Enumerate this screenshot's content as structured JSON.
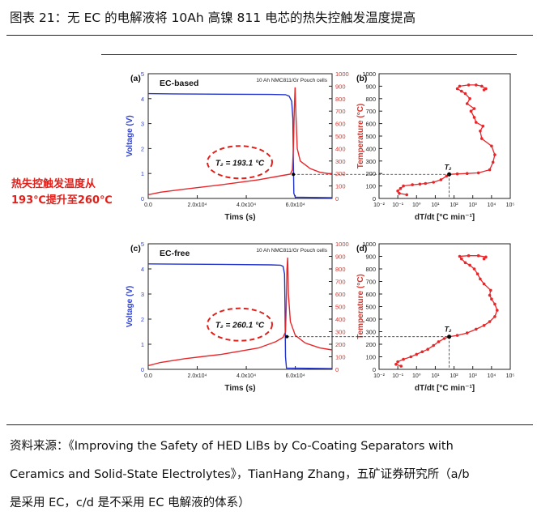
{
  "header": {
    "title": "图表 21：无 EC 的电解液将 10Ah 高镍 811 电芯的热失控触发温度提高"
  },
  "note": {
    "line1": "热失控触发温度从",
    "line2": "193℃提升至260℃"
  },
  "source": {
    "line1": "资料来源：《Improving the Safety of HED LIBs by Co-Coating Separators with",
    "line2": "Ceramics and Solid-State Electrolytes》，TianHang Zhang，五矿证券研究所（a/b",
    "line3": "是采用 EC，c/d 是不采用 EC 电解液的体系）"
  },
  "colors": {
    "voltage": "#2233cc",
    "temperature": "#e8262a",
    "annotation": "#e0201b",
    "axis_red": "#d9352b",
    "axis_blue": "#3344cc"
  },
  "chart_data": [
    {
      "type": "line",
      "panel": "(a)",
      "label": "EC-based",
      "cell_label": "10 Ah NMC811/Gr Pouch cells",
      "xlabel": "Tims (s)",
      "ylabel_left": "Voltage (V)",
      "ylabel_right": "Temperature (°C)",
      "xlim": [
        0,
        75000
      ],
      "ylim_left": [
        0,
        5
      ],
      "ylim_right": [
        0,
        1000
      ],
      "xticks": [
        "0.0",
        "2.0x10⁴",
        "4.0x10⁴",
        "6.0x10⁴"
      ],
      "xtick_values": [
        0,
        20000,
        40000,
        60000
      ],
      "yticks_left": [
        "0",
        "1",
        "2",
        "3",
        "4",
        "5"
      ],
      "yticks_right": [
        "0",
        "100",
        "200",
        "300",
        "400",
        "500",
        "600",
        "700",
        "800",
        "900",
        "1000"
      ],
      "annotation": "T₂ = 193.1 °C",
      "annotation_value": 193.1,
      "series": [
        {
          "axis": "left",
          "color": "#2233cc",
          "points": [
            [
              0,
              4.2
            ],
            [
              10000,
              4.19
            ],
            [
              30000,
              4.18
            ],
            [
              50000,
              4.17
            ],
            [
              56000,
              4.16
            ],
            [
              57500,
              4.1
            ],
            [
              58500,
              3.9
            ],
            [
              59000,
              3.2
            ],
            [
              59200,
              1.5
            ],
            [
              59400,
              0.2
            ],
            [
              60000,
              0.05
            ],
            [
              75000,
              0.03
            ]
          ]
        },
        {
          "axis": "right",
          "color": "#e8262a",
          "points": [
            [
              0,
              30
            ],
            [
              5000,
              50
            ],
            [
              15000,
              75
            ],
            [
              30000,
              110
            ],
            [
              45000,
              150
            ],
            [
              55000,
              185
            ],
            [
              58000,
              195
            ],
            [
              58800,
              230
            ],
            [
              59200,
              400
            ],
            [
              59600,
              720
            ],
            [
              59900,
              890
            ],
            [
              60200,
              700
            ],
            [
              60800,
              400
            ],
            [
              62000,
              300
            ],
            [
              66000,
              240
            ],
            [
              70000,
              210
            ],
            [
              75000,
              195
            ]
          ]
        }
      ]
    },
    {
      "type": "scatter",
      "panel": "(b)",
      "xlabel": "dT/dt [°C min⁻¹]",
      "xscale": "log",
      "xlim": [
        0.01,
        100000
      ],
      "ylim": [
        0,
        1000
      ],
      "xticks": [
        "10⁻²",
        "10⁻¹",
        "10⁰",
        "10¹",
        "10²",
        "10³",
        "10⁴",
        "10⁵"
      ],
      "yticks": [
        "0",
        "100",
        "200",
        "300",
        "400",
        "500",
        "600",
        "700",
        "800",
        "900",
        "1000"
      ],
      "marker_label": "T₂",
      "marker": [
        55,
        193
      ],
      "series": [
        {
          "color": "#e8262a",
          "points": [
            [
              0.3,
              30
            ],
            [
              0.12,
              40
            ],
            [
              0.1,
              60
            ],
            [
              0.14,
              80
            ],
            [
              0.2,
              100
            ],
            [
              0.6,
              110
            ],
            [
              1.5,
              115
            ],
            [
              3,
              120
            ],
            [
              8,
              130
            ],
            [
              20,
              150
            ],
            [
              40,
              180
            ],
            [
              55,
              193
            ],
            [
              150,
              197
            ],
            [
              500,
              200
            ],
            [
              2000,
              205
            ],
            [
              8000,
              230
            ],
            [
              12000,
              290
            ],
            [
              15000,
              350
            ],
            [
              10000,
              420
            ],
            [
              3000,
              480
            ],
            [
              2500,
              540
            ],
            [
              3500,
              580
            ],
            [
              1500,
              610
            ],
            [
              1200,
              650
            ],
            [
              800,
              700
            ],
            [
              1200,
              720
            ],
            [
              500,
              760
            ],
            [
              700,
              800
            ],
            [
              400,
              840
            ],
            [
              250,
              860
            ],
            [
              150,
              880
            ],
            [
              200,
              900
            ],
            [
              600,
              910
            ],
            [
              1500,
              910
            ],
            [
              3000,
              900
            ],
            [
              5000,
              880
            ],
            [
              4000,
              870
            ]
          ]
        }
      ]
    },
    {
      "type": "line",
      "panel": "(c)",
      "label": "EC-free",
      "cell_label": "10 Ah NMC811/Gr Pouch cells",
      "xlabel": "Tims (s)",
      "ylabel_left": "Voltage (V)",
      "ylabel_right": "Temperature (°C)",
      "xlim": [
        0,
        75000
      ],
      "ylim_left": [
        0,
        5
      ],
      "ylim_right": [
        0,
        1000
      ],
      "xticks": [
        "0.0",
        "2.0x10⁴",
        "4.0x10⁴",
        "6.0x10⁴"
      ],
      "xtick_values": [
        0,
        20000,
        40000,
        60000
      ],
      "yticks_left": [
        "0",
        "1",
        "2",
        "3",
        "4",
        "5"
      ],
      "yticks_right": [
        "0",
        "100",
        "200",
        "300",
        "400",
        "500",
        "600",
        "700",
        "800",
        "900",
        "1000"
      ],
      "annotation": "T₂ = 260.1 °C",
      "annotation_value": 260.1,
      "series": [
        {
          "axis": "left",
          "color": "#2233cc",
          "points": [
            [
              0,
              4.2
            ],
            [
              10000,
              4.19
            ],
            [
              30000,
              4.18
            ],
            [
              50000,
              4.16
            ],
            [
              54000,
              4.15
            ],
            [
              55000,
              4.1
            ],
            [
              55600,
              3.8
            ],
            [
              55800,
              2.5
            ],
            [
              56000,
              0.5
            ],
            [
              56400,
              0.05
            ],
            [
              75000,
              0.03
            ]
          ]
        },
        {
          "axis": "right",
          "color": "#e8262a",
          "points": [
            [
              0,
              30
            ],
            [
              5000,
              55
            ],
            [
              15000,
              85
            ],
            [
              30000,
              120
            ],
            [
              45000,
              170
            ],
            [
              52000,
              220
            ],
            [
              55000,
              255
            ],
            [
              56000,
              300
            ],
            [
              56300,
              500
            ],
            [
              56600,
              800
            ],
            [
              56900,
              890
            ],
            [
              57200,
              600
            ],
            [
              58000,
              380
            ],
            [
              60000,
              270
            ],
            [
              64000,
              210
            ],
            [
              70000,
              170
            ],
            [
              75000,
              155
            ]
          ]
        }
      ]
    },
    {
      "type": "scatter",
      "panel": "(d)",
      "xlabel": "dT/dt [°C min⁻¹]",
      "xscale": "log",
      "xlim": [
        0.01,
        100000
      ],
      "ylim": [
        0,
        1000
      ],
      "xticks": [
        "10⁻²",
        "10⁻¹",
        "10⁰",
        "10¹",
        "10²",
        "10³",
        "10⁴",
        "10⁵"
      ],
      "yticks": [
        "0",
        "100",
        "200",
        "300",
        "400",
        "500",
        "600",
        "700",
        "800",
        "900",
        "1000"
      ],
      "marker_label": "T₂",
      "marker": [
        55,
        260
      ],
      "series": [
        {
          "color": "#e8262a",
          "points": [
            [
              0.15,
              25
            ],
            [
              0.08,
              40
            ],
            [
              0.1,
              60
            ],
            [
              0.2,
              80
            ],
            [
              0.5,
              100
            ],
            [
              1,
              120
            ],
            [
              2,
              140
            ],
            [
              4,
              160
            ],
            [
              8,
              190
            ],
            [
              15,
              220
            ],
            [
              30,
              245
            ],
            [
              55,
              260
            ],
            [
              150,
              270
            ],
            [
              500,
              290
            ],
            [
              1500,
              320
            ],
            [
              4000,
              350
            ],
            [
              8000,
              380
            ],
            [
              15000,
              420
            ],
            [
              20000,
              470
            ],
            [
              15000,
              520
            ],
            [
              10000,
              560
            ],
            [
              8000,
              590
            ],
            [
              9000,
              630
            ],
            [
              4000,
              680
            ],
            [
              2500,
              720
            ],
            [
              1800,
              760
            ],
            [
              1200,
              800
            ],
            [
              700,
              830
            ],
            [
              400,
              850
            ],
            [
              250,
              880
            ],
            [
              200,
              900
            ],
            [
              600,
              905
            ],
            [
              2000,
              905
            ],
            [
              5000,
              895
            ],
            [
              4000,
              880
            ]
          ]
        }
      ]
    }
  ]
}
